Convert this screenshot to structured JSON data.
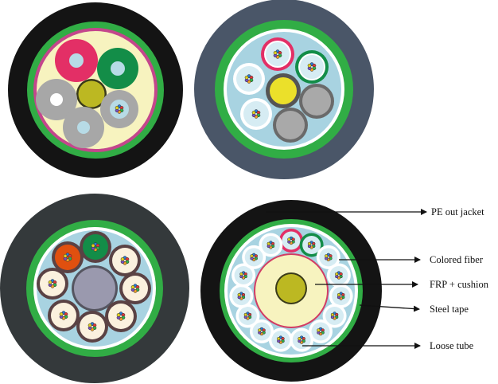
{
  "labels": {
    "pe_jacket": "PE out jacket",
    "colored_fiber": "Colored fiber",
    "frp_cushion": "FRP + cushion",
    "steel_tape": "Steel tape",
    "loose_tube": "Loose tube"
  },
  "fiber_colors": [
    "#2a7bd8",
    "#e03a3a",
    "#2fb24a",
    "#f2a02a",
    "#7a4fbf",
    "#e0d020"
  ],
  "colors": {
    "black_jacket": "#141414",
    "navy_jacket": "#4a5668",
    "dark_jacket": "#34393b",
    "steel_green": "#31ad45",
    "water_blue": "#a8d3e1",
    "cream": "#f7f3bf",
    "frp": "#bcb822",
    "tube_red": "#e32f66",
    "tube_green": "#138d48",
    "tube_gray": "#a7a7a7",
    "tube_brown": "#6b4a4f",
    "tube_orange": "#e0500f"
  }
}
